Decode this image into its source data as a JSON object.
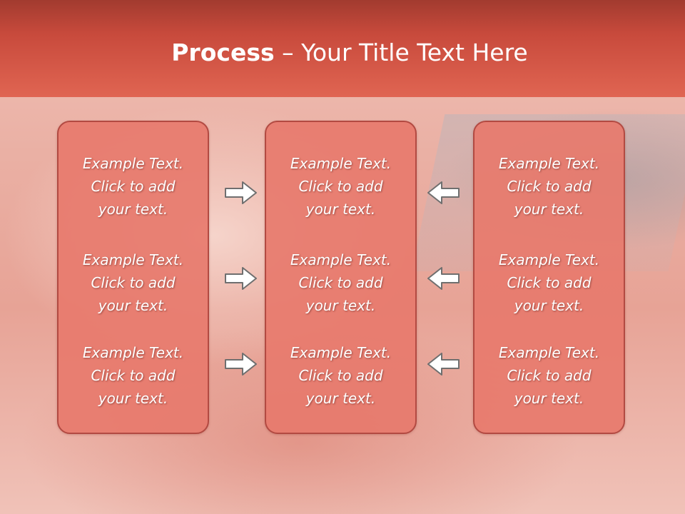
{
  "slide": {
    "title_bold": "Process",
    "title_rest": " – Your Title Text Here"
  },
  "columns": [
    {
      "items": [
        "Example Text.\nClick  to add\nyour text.",
        "Example Text.\nClick  to add\nyour text.",
        "Example Text.\nClick  to add\nyour text."
      ]
    },
    {
      "items": [
        "Example Text.\nClick  to add\nyour text.",
        "Example Text.\nClick  to add\nyour text.",
        "Example Text.\nClick  to add\nyour text."
      ]
    },
    {
      "items": [
        "Example Text.\nClick  to add\nyour text.",
        "Example Text.\nClick  to add\nyour text.",
        "Example Text.\nClick  to add\nyour text."
      ]
    }
  ],
  "arrows": {
    "left_group": "arrow-right-icon",
    "right_group": "arrow-left-icon"
  },
  "colors": {
    "header": "#c84a3c",
    "box_fill": "#e7796d",
    "box_border": "#b24a42",
    "arrow_fill": "#ffffff",
    "arrow_stroke": "#6f6f6f"
  }
}
